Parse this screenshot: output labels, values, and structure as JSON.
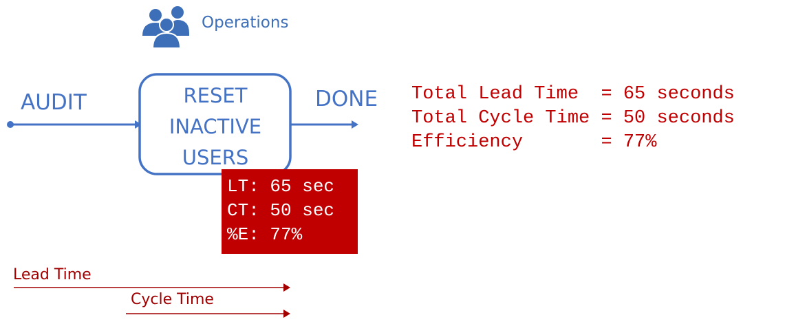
{
  "group": {
    "label": "Operations",
    "icon": "team-icon"
  },
  "flow": {
    "input_label": "AUDIT",
    "process_lines": [
      "RESET",
      "INACTIVE",
      "USERS"
    ],
    "output_label": "DONE"
  },
  "process_metrics": {
    "lines": [
      "LT: 65 sec",
      "CT: 50 sec",
      "%E: 77%"
    ]
  },
  "summary": {
    "lines": [
      "Total Lead Time  = 65 seconds",
      "Total Cycle Time = 50 seconds",
      "Efficiency       = 77%"
    ]
  },
  "timeline": {
    "lead_time_label": "Lead Time",
    "cycle_time_label": "Cycle Time"
  },
  "colors": {
    "flow_blue": "#4472c4",
    "metric_red": "#c00000",
    "timeline_red": "#a00000"
  }
}
